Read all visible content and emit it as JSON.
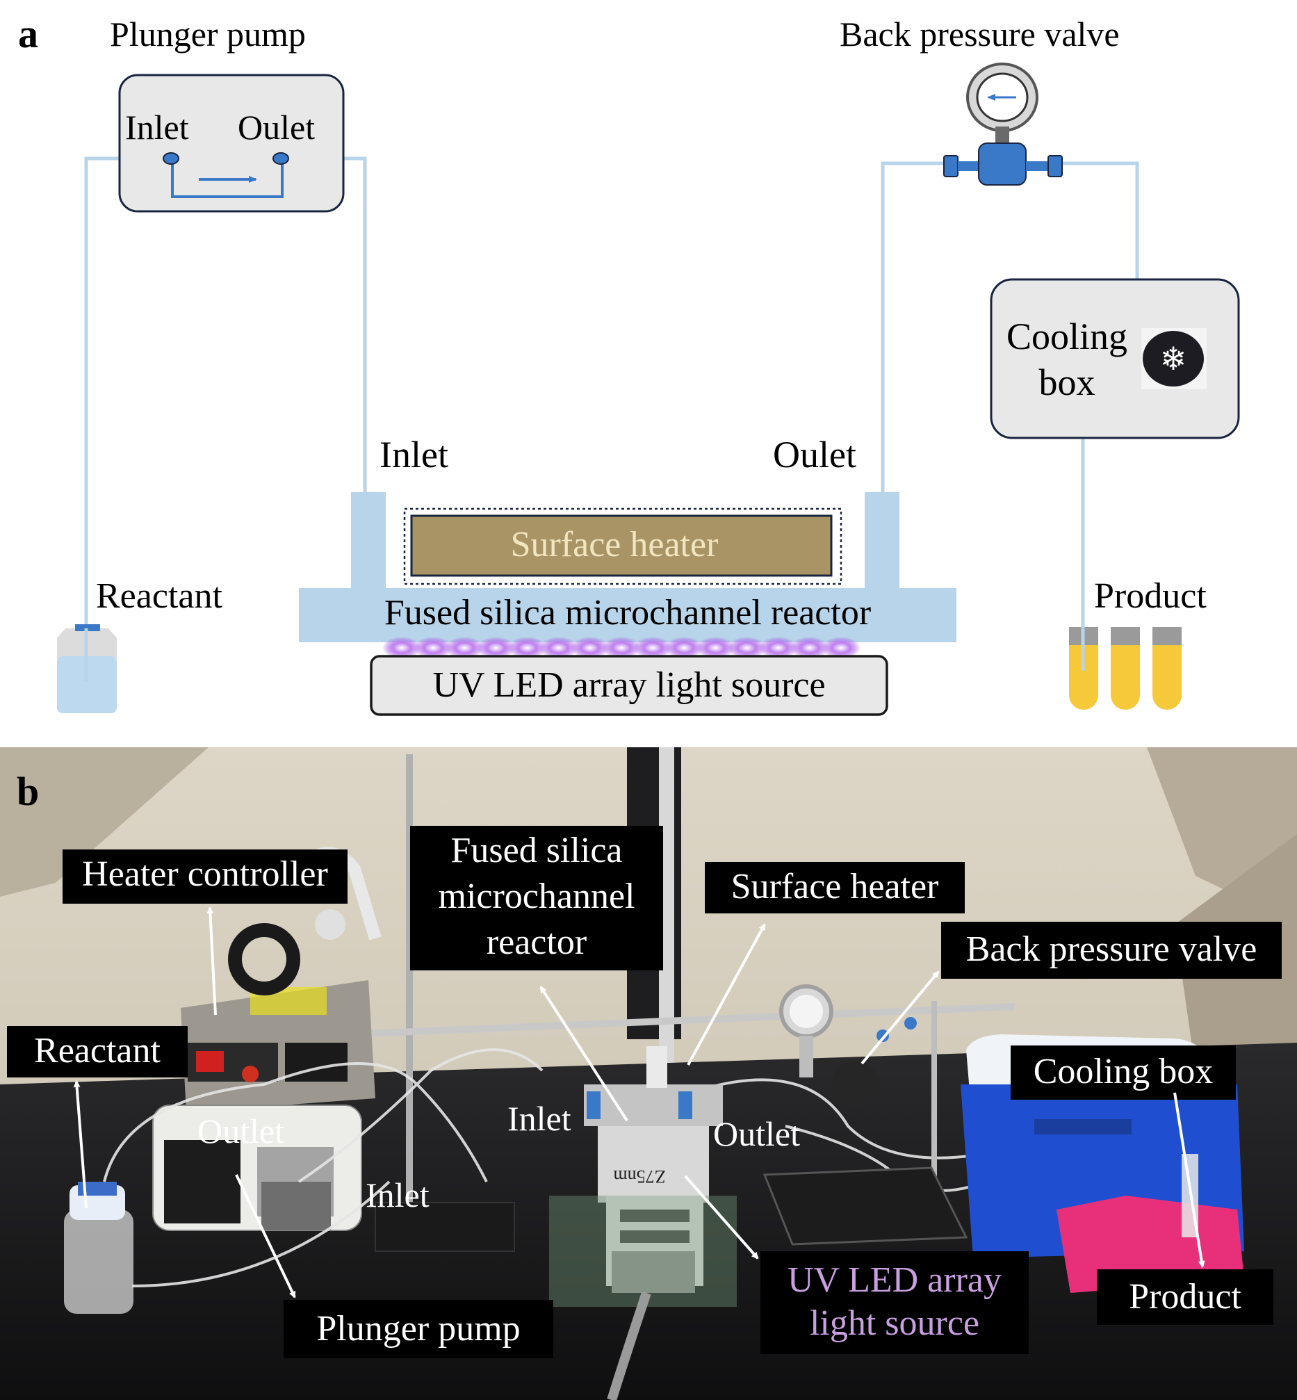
{
  "panel_a": {
    "letter": "a",
    "plunger_pump": {
      "title": "Plunger pump",
      "inlet": "Inlet",
      "outlet": "Oulet"
    },
    "back_pressure_valve": "Back pressure valve",
    "cooling_box": {
      "line1": "Cooling",
      "line2": "box"
    },
    "reactor_inlet": "Inlet",
    "reactor_outlet": "Oulet",
    "surface_heater": "Surface heater",
    "reactor": "Fused silica microchannel reactor",
    "light_source": "UV LED array light source",
    "reactant": "Reactant",
    "product": "Product",
    "colors": {
      "tube": "#b8d4ea",
      "box_fill": "#e8e8e8",
      "heater": "#a89465",
      "heater_text": "#f2e6c0",
      "valve": "#3a78c8",
      "uv_glow": "#9a40e0",
      "product_fill": "#f6c93a",
      "cap": "#9a9a9a"
    }
  },
  "panel_b": {
    "letter": "b",
    "labels": {
      "heater_controller": "Heater controller",
      "reactor_line1": "Fused silica",
      "reactor_line2": "microchannel",
      "reactor_line3": "reactor",
      "surface_heater": "Surface heater",
      "back_pressure_valve": "Back pressure valve",
      "reactant": "Reactant",
      "cooling_box": "Cooling box",
      "plunger_pump": "Plunger pump",
      "uv_line1": "UV LED array",
      "uv_line2": "light source",
      "product": "Product",
      "pump_outlet": "Outlet",
      "pump_inlet": "Inlet",
      "reactor_inlet": "Inlet",
      "reactor_outlet": "Outlet",
      "module_marking": "Z75nm"
    },
    "colors": {
      "label_bg": "#000000",
      "label_text": "#ffffff",
      "uv_text": "#c8a0e0"
    }
  }
}
